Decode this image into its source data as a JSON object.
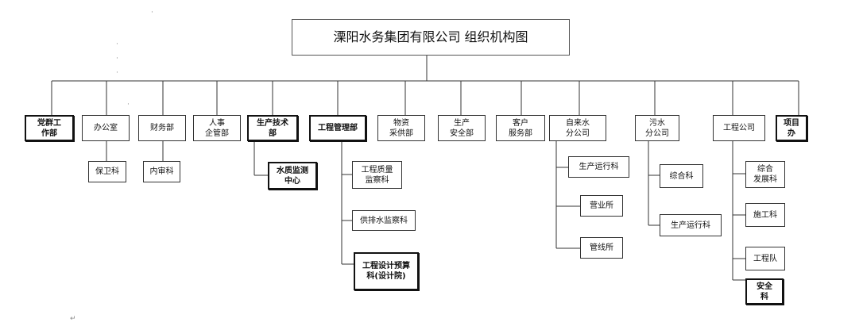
{
  "title": "溧阳水务集团有限公司 组织机构图",
  "departments": {
    "party": "党群工\n作部",
    "office": "办公室",
    "finance": "财务部",
    "hr": "人事\n企管部",
    "tech": "生产技术\n部",
    "engmgmt": "工程管理部",
    "supply": "物资\n采供部",
    "safety": "生产\n安全部",
    "customer": "客户\n服务部",
    "water": "自来水\n分公司",
    "sewage": "污水\n分公司",
    "engco": "工程公司",
    "project": "项目\n办"
  },
  "sub_units": {
    "security": "保卫科",
    "audit": "内审科",
    "water_quality": "水质监测\n中心",
    "eng_quality": "工程质量\n监察科",
    "supply_drain": "供排水监察科",
    "eng_design": "工程设计预算\n科(设计院)",
    "water_ops": "生产运行科",
    "business": "营业所",
    "pipeline": "管线所",
    "sewage_general": "综合科",
    "sewage_ops": "生产运行科",
    "eng_general": "综合\n发展科",
    "construction": "施工科",
    "eng_team": "工程队",
    "eng_safety": "安全\n科"
  }
}
